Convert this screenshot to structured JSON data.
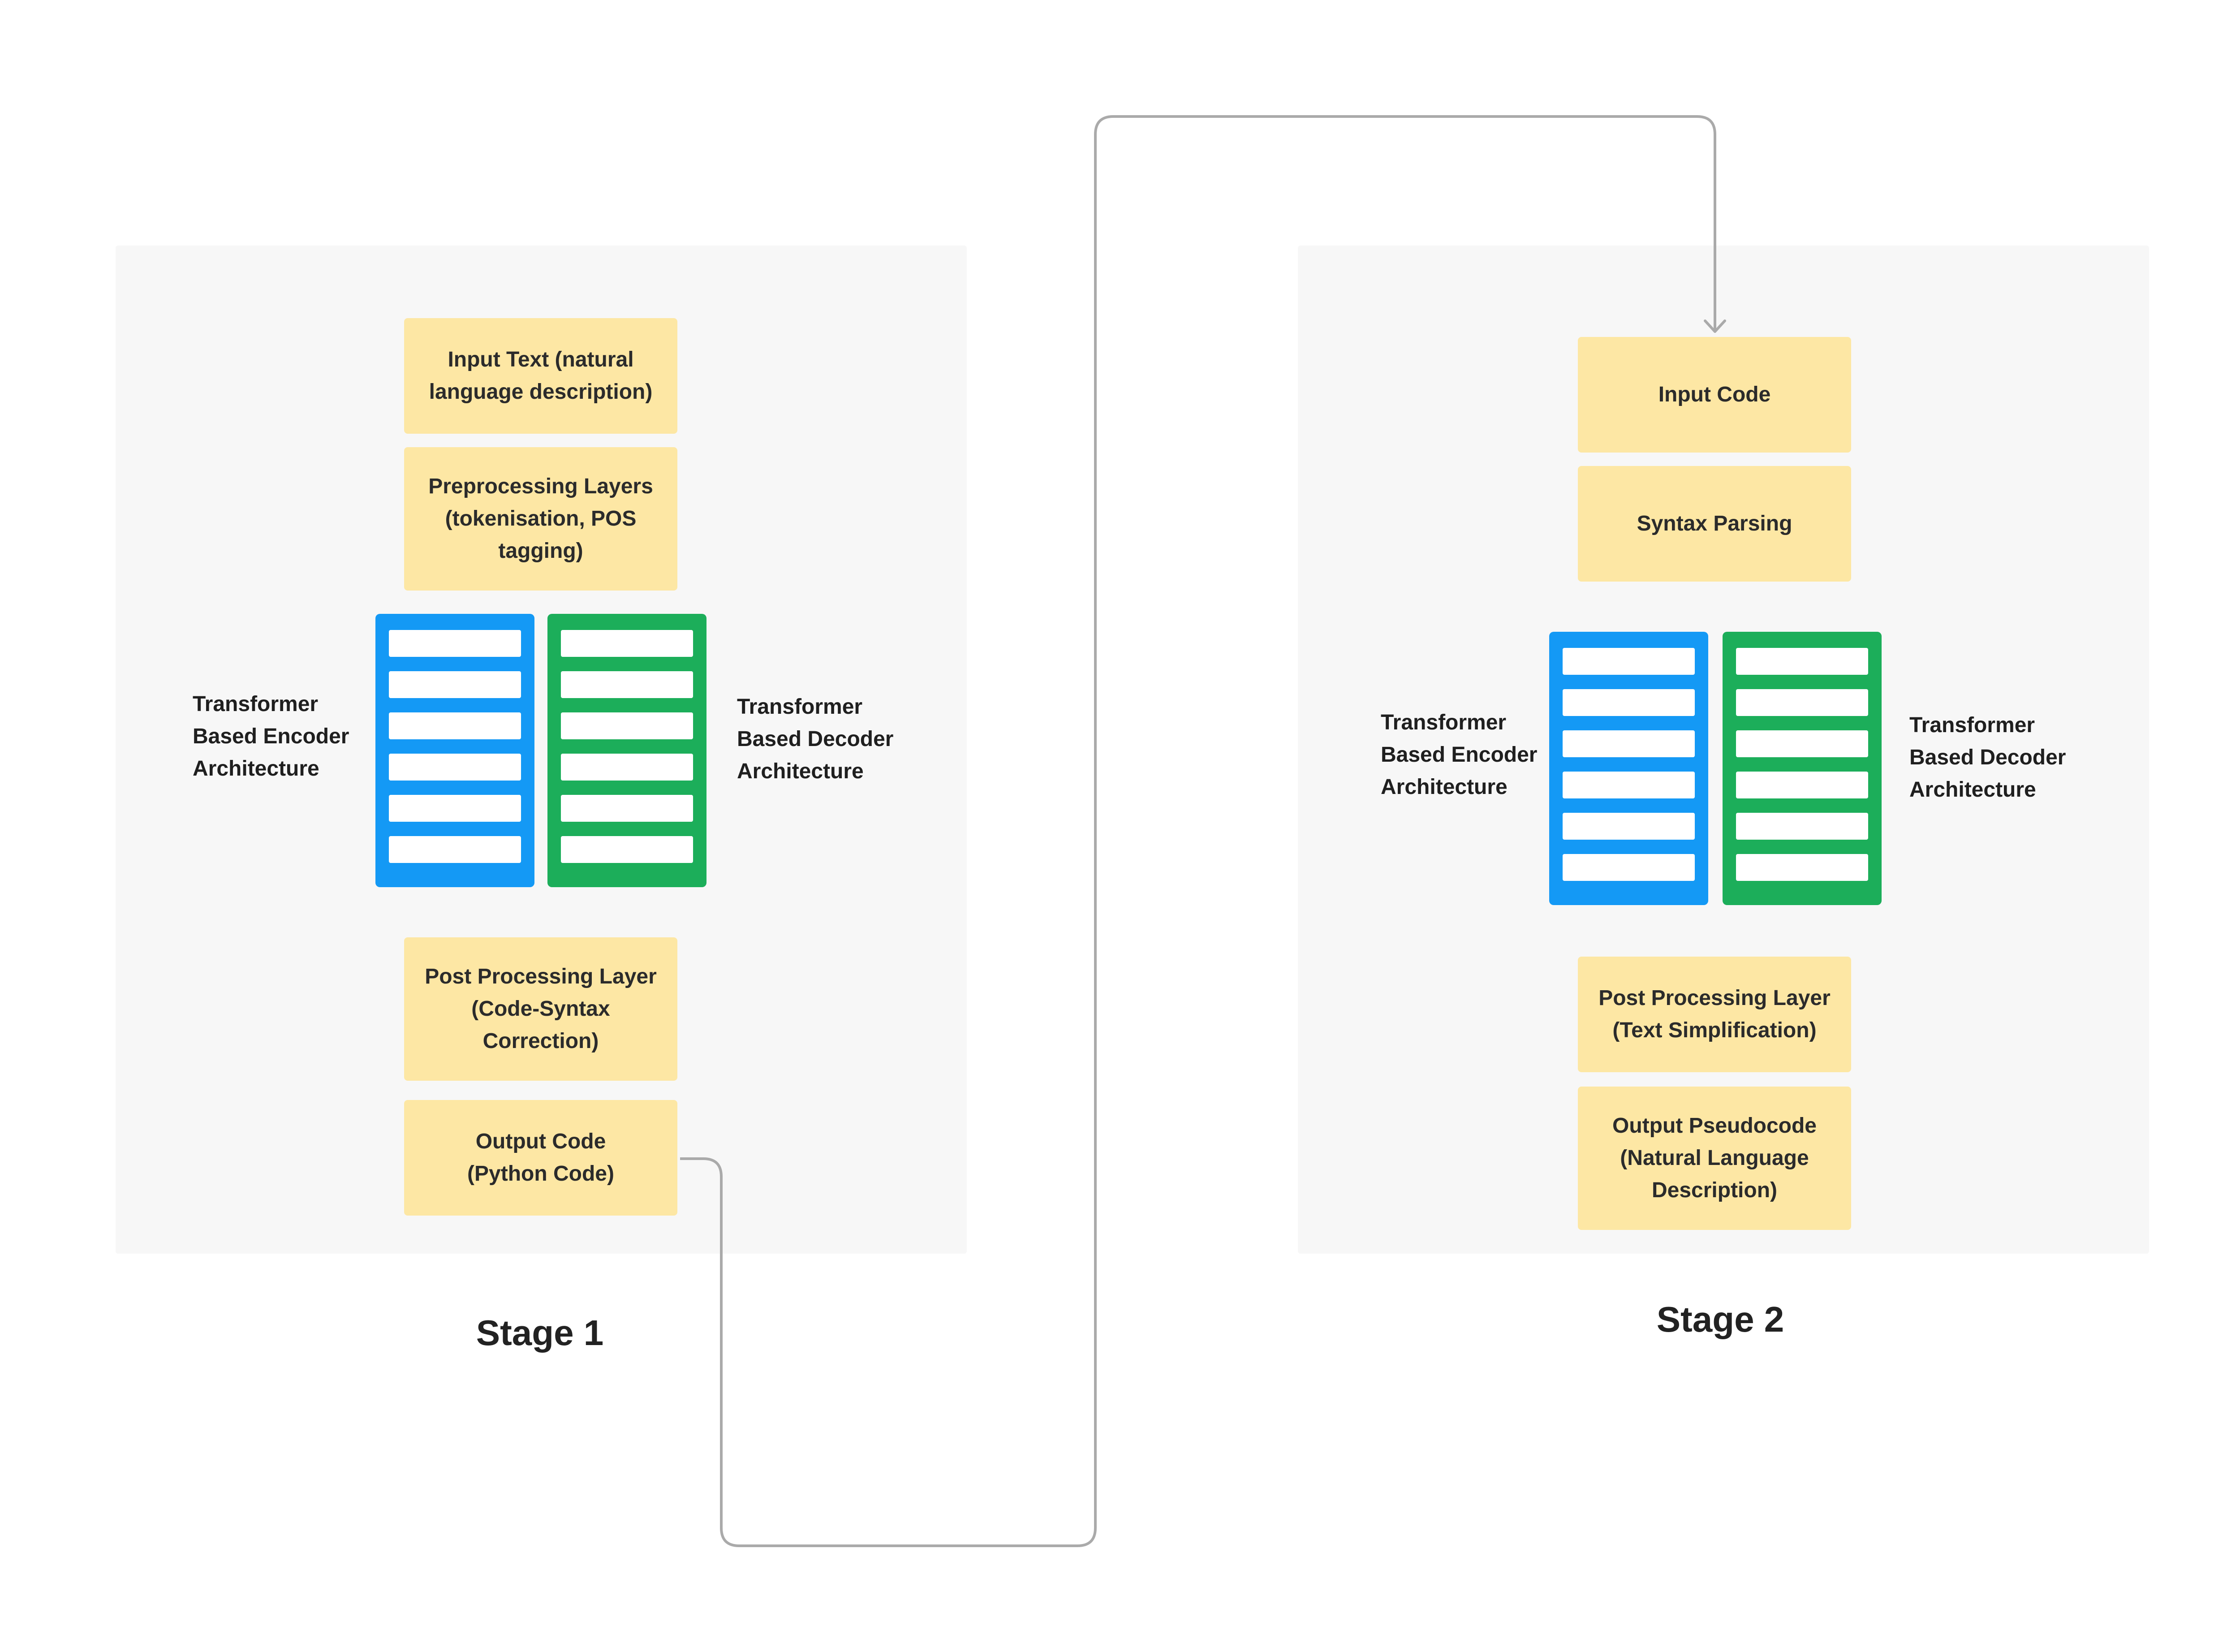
{
  "stage1": {
    "title": "Stage 1",
    "input_text": "Input Text (natural\nlanguage description)",
    "preprocessing": "Preprocessing Layers\n(tokenisation, POS\ntagging)",
    "encoder_label": "Transformer\nBased Encoder\nArchitecture",
    "decoder_label": "Transformer\nBased Decoder\nArchitecture",
    "post_processing": "Post Processing Layer\n(Code-Syntax\nCorrection)",
    "output": "Output Code\n(Python Code)"
  },
  "stage2": {
    "title": "Stage 2",
    "input_code": "Input Code",
    "syntax_parsing": "Syntax Parsing",
    "encoder_label": "Transformer\nBased Encoder\nArchitecture",
    "decoder_label": "Transformer\nBased Decoder\nArchitecture",
    "post_processing": "Post Processing Layer\n(Text Simplification)",
    "output": "Output Pseudocode\n(Natural Language\nDescription)"
  },
  "colors": {
    "panel": "#f7f7f7",
    "box": "#fde7a4",
    "encoder": "#1499f5",
    "decoder": "#1cae5a",
    "connector": "#aaaaaa"
  }
}
